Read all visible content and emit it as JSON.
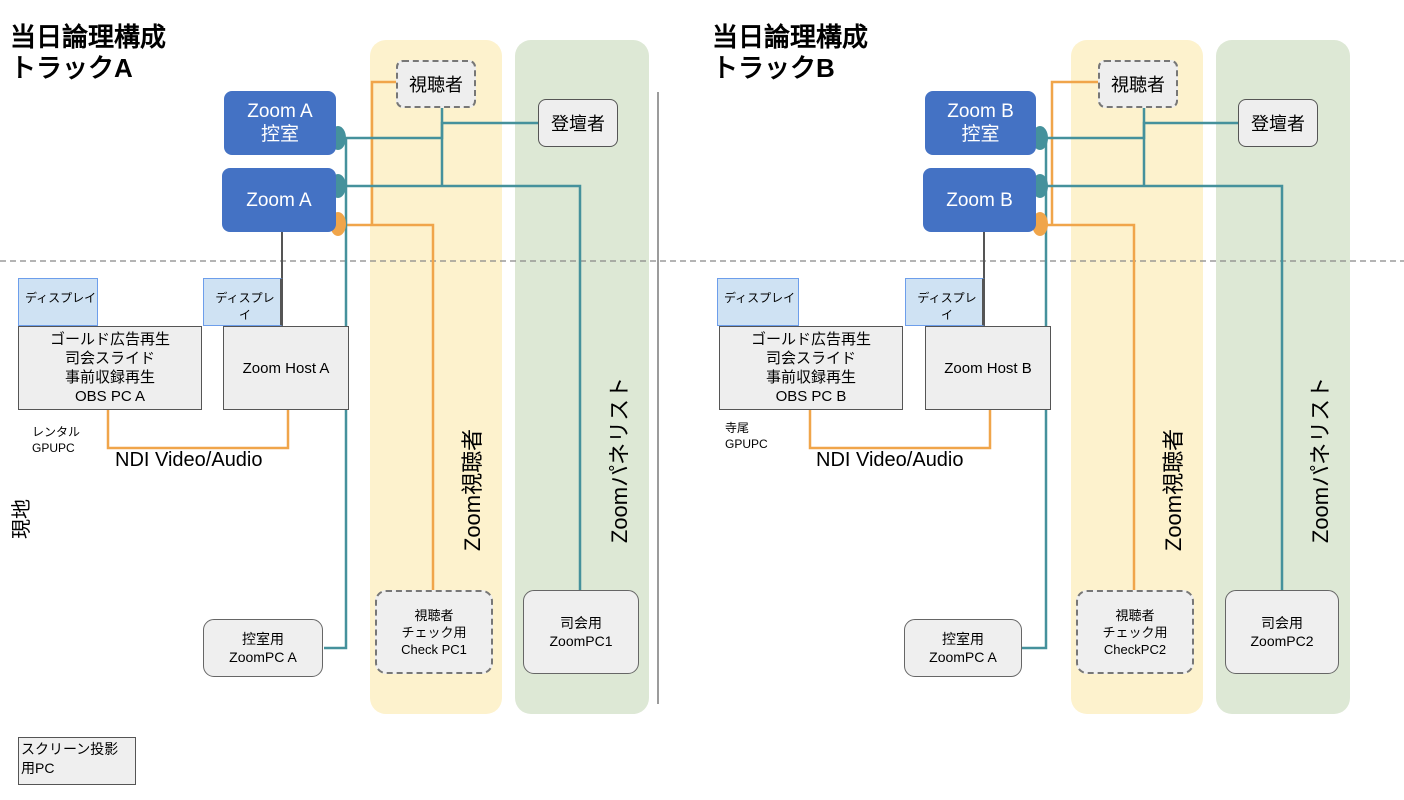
{
  "colors": {
    "zoom_blue": "#4472c4",
    "teal_line": "#45919c",
    "orange_line": "#f0a54a",
    "viewer_lane": "#fdf2cd",
    "panelist_lane": "#dde8d5"
  },
  "icons": {
    "connector_teal": "teal-port-icon",
    "connector_orange": "orange-port-icon"
  },
  "side_label": "現地",
  "screen_pc": [
    "スクリーン投影",
    "用PC"
  ],
  "tracks": [
    {
      "title": [
        "当日論理構成",
        "トラックA"
      ],
      "zoom_waiting": [
        "Zoom A",
        "控室"
      ],
      "zoom_main": "Zoom A",
      "display_left": "ディスプレイ",
      "display_right": "ディスプレイ",
      "obs_pc": [
        "ゴールド広告再生",
        "司会スライド",
        "事前収録再生",
        "OBS PC A"
      ],
      "zoom_host": "Zoom Host A",
      "gpu_note": [
        "レンタル",
        "GPUPC"
      ],
      "ndi_label": "NDI Video/Audio",
      "waiting_pc": [
        "控室用",
        "ZoomPC A"
      ],
      "viewer": "視聴者",
      "speaker": "登壇者",
      "viewer_lane_label": "Zoom視聴者",
      "panelist_lane_label": "Zoomパネリスト",
      "check_pc": [
        "視聴者",
        "チェック用",
        "Check PC1"
      ],
      "mc_pc": [
        "司会用",
        "ZoomPC1"
      ]
    },
    {
      "title": [
        "当日論理構成",
        "トラックB"
      ],
      "zoom_waiting": [
        "Zoom B",
        "控室"
      ],
      "zoom_main": "Zoom B",
      "display_left": "ディスプレイ",
      "display_right": "ディスプレイ",
      "obs_pc": [
        "ゴールド広告再生",
        "司会スライド",
        "事前収録再生",
        "OBS PC B"
      ],
      "zoom_host": "Zoom Host B",
      "gpu_note": [
        "寺尾",
        "GPUPC"
      ],
      "ndi_label": "NDI Video/Audio",
      "waiting_pc": [
        "控室用",
        "ZoomPC A"
      ],
      "viewer": "視聴者",
      "speaker": "登壇者",
      "viewer_lane_label": "Zoom視聴者",
      "panelist_lane_label": "Zoomパネリスト",
      "check_pc": [
        "視聴者",
        "チェック用",
        "CheckPC2"
      ],
      "mc_pc": [
        "司会用",
        "ZoomPC2"
      ]
    }
  ]
}
